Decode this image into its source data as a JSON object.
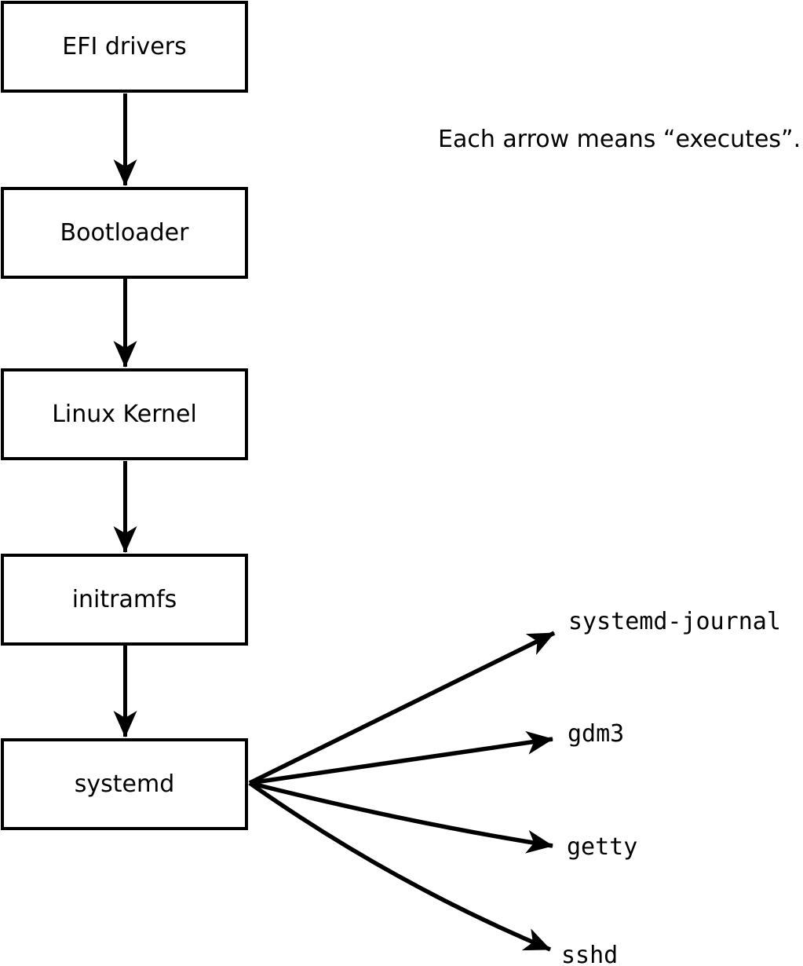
{
  "note": {
    "text": "Each arrow means “executes”."
  },
  "boxes": [
    {
      "id": "efi-drivers",
      "label": "EFI drivers"
    },
    {
      "id": "bootloader",
      "label": "Bootloader"
    },
    {
      "id": "linux-kernel",
      "label": "Linux Kernel"
    },
    {
      "id": "initramfs",
      "label": "initramfs"
    },
    {
      "id": "systemd",
      "label": "systemd"
    }
  ],
  "leaves": [
    {
      "id": "systemd-journal",
      "label": "systemd-journal"
    },
    {
      "id": "gdm3",
      "label": "gdm3"
    },
    {
      "id": "getty",
      "label": "getty"
    },
    {
      "id": "sshd",
      "label": "sshd"
    }
  ],
  "edges": [
    {
      "from": "efi-drivers",
      "to": "bootloader",
      "meaning": "executes"
    },
    {
      "from": "bootloader",
      "to": "linux-kernel",
      "meaning": "executes"
    },
    {
      "from": "linux-kernel",
      "to": "initramfs",
      "meaning": "executes"
    },
    {
      "from": "initramfs",
      "to": "systemd",
      "meaning": "executes"
    },
    {
      "from": "systemd",
      "to": "systemd-journal",
      "meaning": "executes"
    },
    {
      "from": "systemd",
      "to": "gdm3",
      "meaning": "executes"
    },
    {
      "from": "systemd",
      "to": "getty",
      "meaning": "executes"
    },
    {
      "from": "systemd",
      "to": "sshd",
      "meaning": "executes"
    }
  ],
  "colors": {
    "line": "#000000",
    "background": "#ffffff"
  }
}
